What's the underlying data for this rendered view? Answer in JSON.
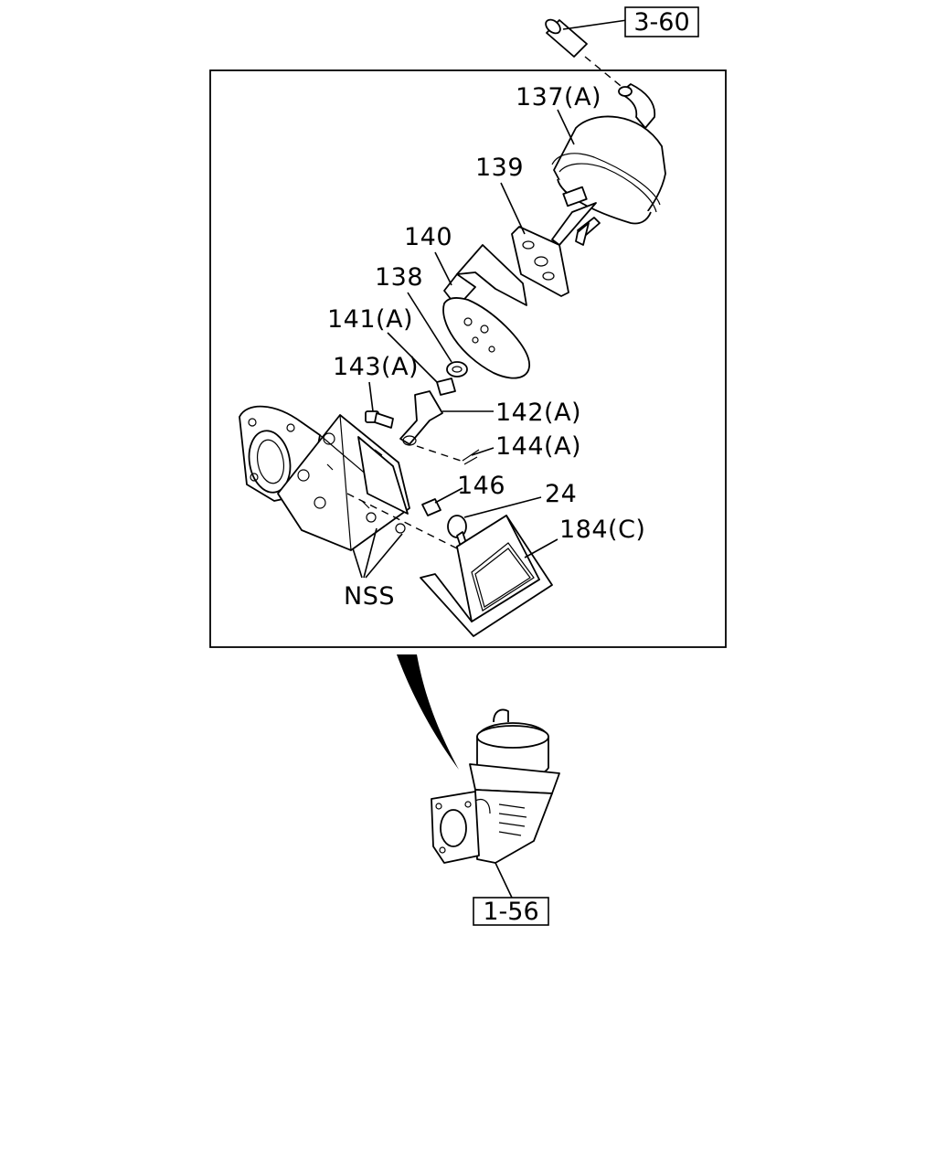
{
  "references": {
    "top_ref": "3-60",
    "bottom_ref": "1-56"
  },
  "callouts": {
    "p137": "137(A)",
    "p139": "139",
    "p140": "140",
    "p138": "138",
    "p141": "141(A)",
    "p143": "143(A)",
    "p142": "142(A)",
    "p144": "144(A)",
    "p146": "146",
    "p24": "24",
    "p184": "184(C)",
    "nss": "NSS"
  }
}
